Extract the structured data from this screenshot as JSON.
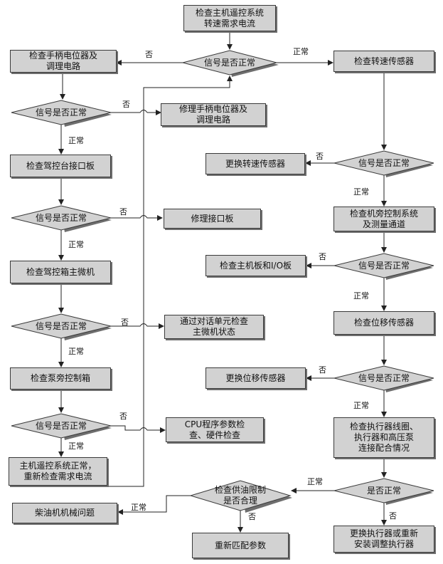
{
  "colors": {
    "node_fill": "#d2d2d2",
    "stroke": "#3a3a3a",
    "shadow": "#6e6e6e"
  },
  "process": {
    "start": "检查主机遥控系统\n转速需求电流",
    "handle": "检查手柄电位器及\n调理电路",
    "fix_handle": "修理手柄电位器及\n调理电路",
    "bridge_if": "检查驾控台接口板",
    "fix_if": "修理接口板",
    "bridge_mcu": "检查驾控箱主微机",
    "dialog_check": "通过对话单元检查\n主微机状态",
    "pump_box": "检查泵旁控制箱",
    "cpu_check": "CPU程序参数检\n查、硬件检查",
    "main_ok": "主机遥控系统正常，\n重新检查需求电流",
    "diesel": "柴油机机械问题",
    "speed_sensor": "检查转速传感器",
    "replace_speed": "更换转速传感器",
    "engine_ctrl": "检查机旁控制系统\n及测量通道",
    "main_io": "检查主机板和I/O板",
    "disp_sensor": "检查位移传感器",
    "replace_disp": "更换位移传感器",
    "actuator": "检查执行器线圈、\n执行器和高压泵\n连接配合情况",
    "replace_act": "更换执行器或重新\n安装调整执行器",
    "rematch": "重新匹配参数"
  },
  "decisions": {
    "d_top": "信号是否正常",
    "d_l1": "信号是否正常",
    "d_l2": "信号是否正常",
    "d_l3": "信号是否正常",
    "d_l4": "信号是否正常",
    "d_r1": "信号是否正常",
    "d_r2": "信号是否正常",
    "d_r3": "信号是否正常",
    "d_r4": "是否正常",
    "d_fuel": "检查供油限制\n是否合理"
  },
  "edge_labels": {
    "no": "否",
    "normal": "正常"
  }
}
